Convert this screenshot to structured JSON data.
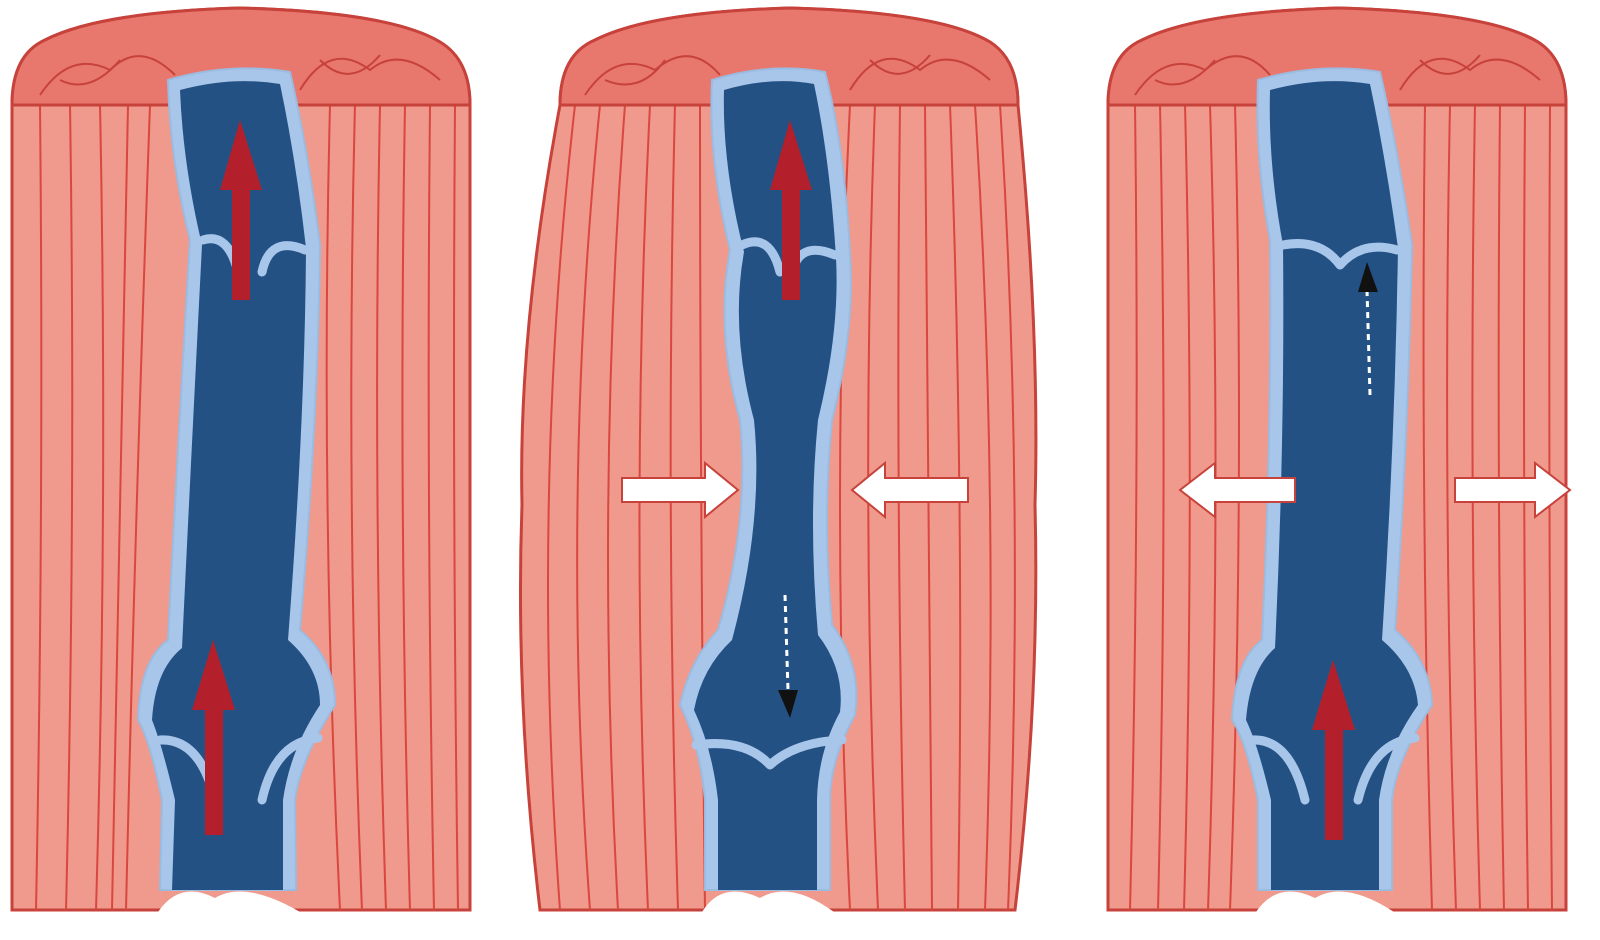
{
  "diagram": {
    "panels": [
      {
        "name": "panel-relaxed",
        "state": "relaxed",
        "valves": [
          "open",
          "open"
        ],
        "squeeze_arrows": "none"
      },
      {
        "name": "panel-contracted",
        "state": "contracted",
        "valves": [
          "open",
          "closed"
        ],
        "squeeze_arrows": "inward"
      },
      {
        "name": "panel-relaxing",
        "state": "relaxing",
        "valves": [
          "closed",
          "open"
        ],
        "squeeze_arrows": "outward"
      }
    ],
    "icons": [
      "up-arrow-icon",
      "inward-arrow-icon",
      "outward-arrow-icon",
      "backflow-arrow-icon"
    ]
  },
  "colors": {
    "muscle": "#ef9a8c",
    "muscle_fiber": "#d9473f",
    "muscle_cap": "#e8786e",
    "vein_wall": "#a8c6ea",
    "blood": "#245184",
    "blood_dark": "#1b3f6b",
    "flow_arrow": "#b3202c",
    "squeeze_arrow": "#ffffff",
    "backflow_arrow": "#111111"
  }
}
